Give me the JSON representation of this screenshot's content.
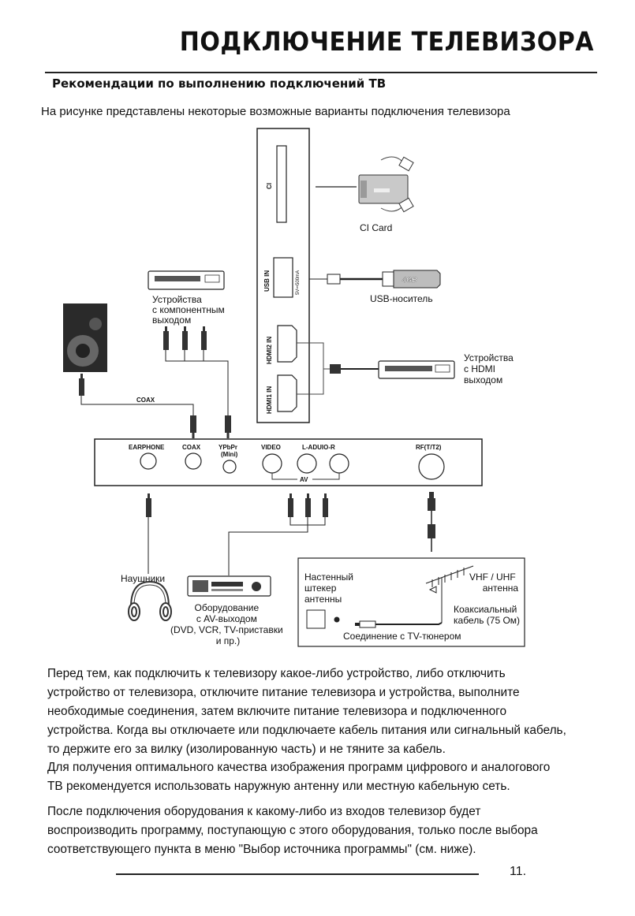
{
  "page": {
    "title": "ПОДКЛЮЧЕНИЕ ТЕЛЕВИЗОРА",
    "subtitle": "Рекомендации по выполнению подключений ТВ",
    "intro": "На рисунке представлены некоторые возможные варианты подключения телевизора",
    "page_number": "11."
  },
  "diagram": {
    "tv_panel": {
      "ci_slot": "CI",
      "usb_in": "USB IN",
      "usb_rating": "5V⎓500mA",
      "hdmi2_in": "HDMI2 IN",
      "hdmi1_in": "HDMI1 IN"
    },
    "side_panel": {
      "earphone": "EARPHONE",
      "coax": "COAX",
      "ypbpr": "YPbPr",
      "ypbpr_note": "(Mini)",
      "video": "VIDEO",
      "audio": "L-ADUIO-R",
      "av": "AV",
      "rf": "RF(T/T2)"
    },
    "devices": {
      "ci_card": "CI Card",
      "usb_storage": "USB-носитель",
      "usb_stick_capacity": "4GB",
      "component_device": [
        "Устройства",
        "с компонентным",
        "выходом"
      ],
      "hdmi_device": [
        "Устройства",
        "с HDMI",
        "выходом"
      ],
      "coax_cable": "COAX",
      "headphones": "Наушники",
      "av_device": [
        "Оборудование",
        "с AV-выходом",
        "(DVD, VCR, TV-приставки",
        "и пр.)"
      ],
      "wall_plug": [
        "Настенный",
        "штекер",
        "антенны"
      ],
      "antenna": [
        "VHF / UHF",
        "антенна"
      ],
      "coax_cable_75": [
        "Коаксиальный",
        "кабель (75 Ом)"
      ],
      "tuner_connection": "Соединение с TV-тюнером"
    }
  },
  "body": {
    "p1": [
      "Перед тем, как подключить к телевизору какое-либо устройство, либо отключить",
      "устройство от телевизора, отключите питание телевизора и устройства, выполните",
      "необходимые соединения, затем включите питание телевизора и подключенного",
      "устройства. Когда вы отключаете или подключаете кабель питания или сигнальный кабель,",
      "то держите его за вилку (изолированную часть) и не тяните за кабель."
    ],
    "p2": [
      "Для получения оптимального качества изображения программ цифрового и аналогового",
      "ТВ рекомендуется использовать наружную антенну или местную кабельную сеть."
    ],
    "p3": [
      "После подключения оборудования к какому-либо из входов телевизор будет",
      "воспроизводить программу, поступающую с этого оборудования, только после выбора",
      "соответствующего пункта в меню \"Выбор источника программы\" (см. ниже)."
    ]
  }
}
